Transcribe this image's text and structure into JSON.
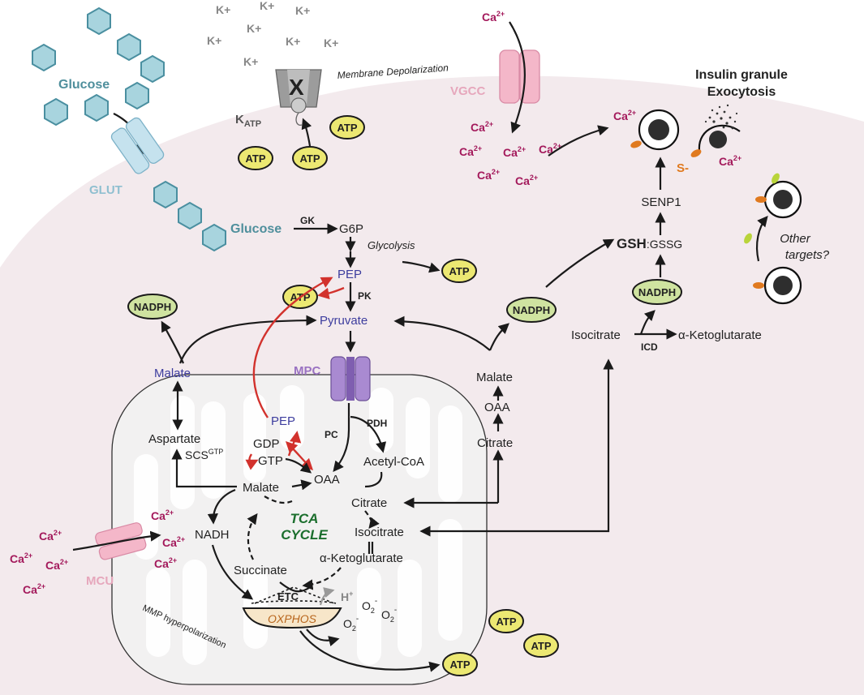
{
  "colors": {
    "cytoplasm": "#f3eaed",
    "mito_matrix": "#f2f1f1",
    "calcium": "#a3195b",
    "potassium": "#888888",
    "metabolite_blue": "#3d3d9e",
    "red_arrow": "#d2322d",
    "atp_fill": "#ece872",
    "nadph_fill": "#cfe3a0",
    "glucose_hex": "#a8d4de",
    "tca_green": "#1b6e2d",
    "oxphos_orange": "#b8651c",
    "channel_pink": "#f4b7c9",
    "mpc_purple": "#9a72c2",
    "glut_blue": "#c5e2ee",
    "katp_grey": "#9c9c9c"
  },
  "labels": {
    "glucose_outside": "Glucose",
    "glut": "GLUT",
    "glucose_inside": "Glucose",
    "gk": "GK",
    "g6p": "G6P",
    "glycolysis": "Glycolysis",
    "pep_cyto": "PEP",
    "pk": "PK",
    "pyruvate": "Pyruvate",
    "mpc": "MPC",
    "malate_cyto_left": "Malate",
    "aspartate": "Aspartate",
    "pep_mito": "PEP",
    "gdp": "GDP",
    "gtp": "GTP",
    "scs": "SCS",
    "scs_sup": "GTP",
    "malate_mito": "Malate",
    "oaa_mito": "OAA",
    "pc": "PC",
    "pdh": "PDH",
    "acetyl_coa": "Acetyl-CoA",
    "citrate_mito": "Citrate",
    "isocitrate_mito": "Isocitrate",
    "akg_mito": "α-Ketoglutarate",
    "succinate": "Succinate",
    "nadh": "NADH",
    "tca_line1": "TCA",
    "tca_line2": "CYCLE",
    "etc": "ETC",
    "oxphos": "OXPHOS",
    "h_plus": "H",
    "h_sup": "+",
    "o2_base": "O",
    "o2_sub": "2",
    "o2_sup": "-",
    "mmp": "MMP hyperpolarization",
    "mcu": "MCU",
    "malate_cyto_right": "Malate",
    "oaa_cyto": "OAA",
    "citrate_cyto": "Citrate",
    "isocitrate_cyto": "Isocitrate",
    "icd": "ICD",
    "akg_cyto": "α-Ketoglutarate",
    "gsh": "GSH",
    "gssg": ":GSSG",
    "senp1": "SENP1",
    "s_minus": "S-",
    "insulin_line1": "Insulin granule",
    "insulin_line2": "Exocytosis",
    "other_line1": "Other",
    "other_line2": "targets?",
    "vgcc": "VGCC",
    "katp_k": "K",
    "katp_sub": "ATP",
    "katp_x": "X",
    "membrane_depol": "Membrane Depolarization",
    "atp": "ATP",
    "nadph": "NADPH",
    "k_plus": "K+",
    "ca_base": "Ca",
    "ca_sup": "2+"
  }
}
